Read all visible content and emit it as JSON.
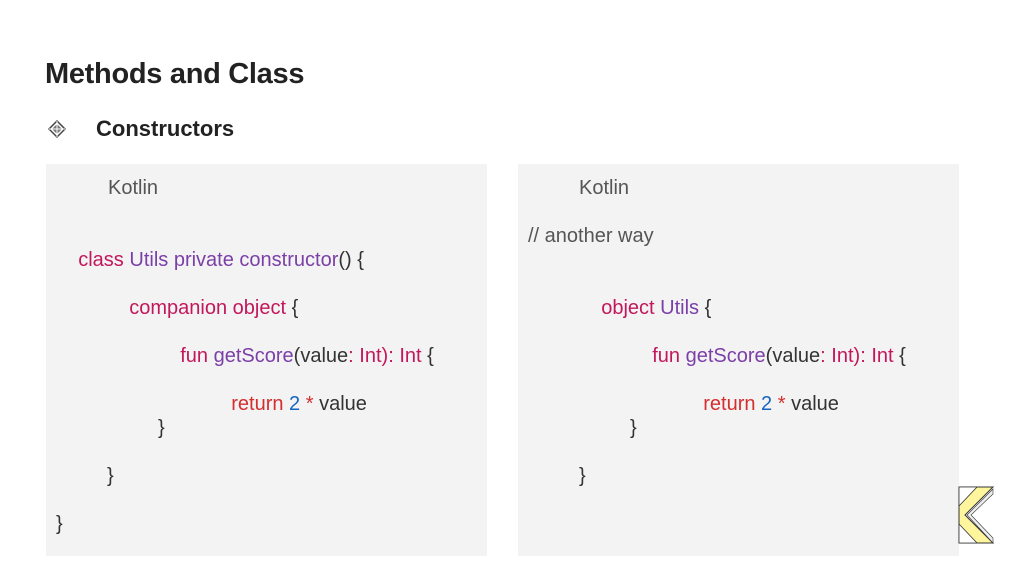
{
  "slide": {
    "title": "Methods and Class",
    "bullet": {
      "icon": "diamond-bullet-icon",
      "text": "Constructors"
    }
  },
  "left_code": {
    "language": "Kotlin",
    "lines": [
      [
        "class",
        " ",
        "Utils",
        " ",
        "private",
        " ",
        "constructor",
        "() {"
      ],
      [
        "companion",
        " ",
        "object",
        " {"
      ],
      [
        "fun",
        " ",
        "getScore",
        "(value",
        ": ",
        "Int",
        "): ",
        "Int",
        " {"
      ],
      [
        "return",
        " ",
        "2",
        " ",
        "*",
        " value"
      ],
      [
        "}"
      ],
      [
        "}"
      ],
      [
        "}"
      ]
    ]
  },
  "right_code": {
    "language": "Kotlin",
    "lines": [
      [
        "// another way"
      ],
      [
        "object",
        " ",
        "Utils",
        " {"
      ],
      [
        "fun",
        " ",
        "getScore",
        "(value",
        ": ",
        "Int",
        "): ",
        "Int",
        " {"
      ],
      [
        "return",
        " ",
        "2",
        " ",
        "*",
        " value"
      ],
      [
        "}"
      ],
      [
        "}"
      ]
    ]
  },
  "logo": {
    "icon": "kotlin-logo-icon"
  },
  "colors": {
    "keyword": "#c2185b",
    "function": "#7b3fa8",
    "number": "#1565c0",
    "text": "#333333",
    "panel_bg": "#f3f3f3"
  }
}
